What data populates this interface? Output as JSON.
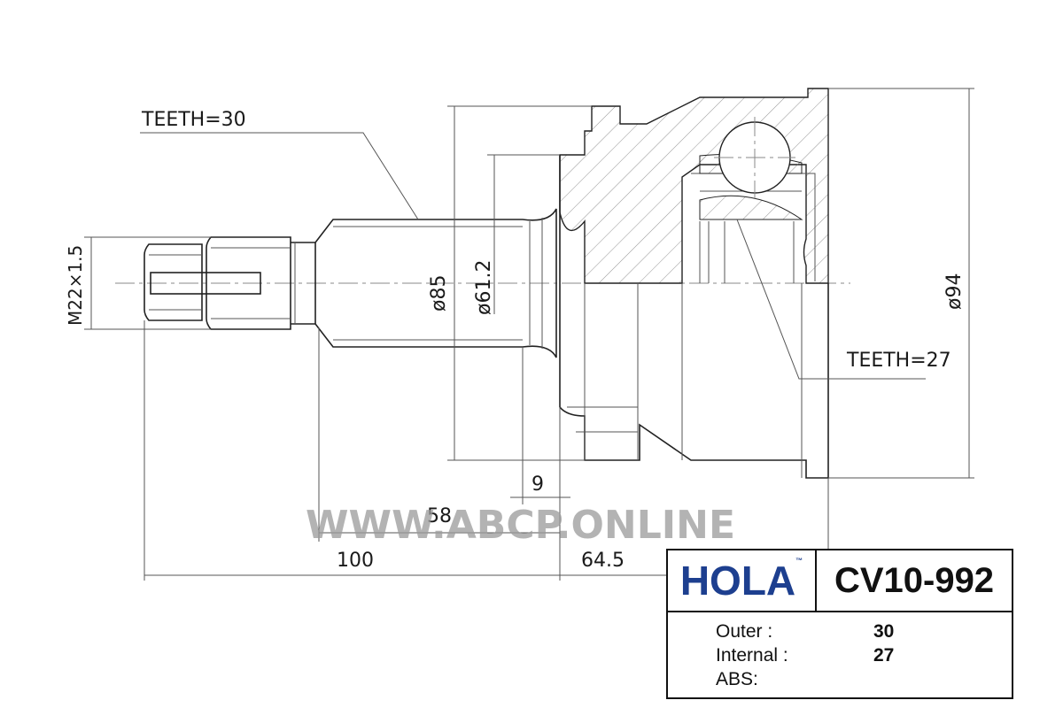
{
  "diagram": {
    "labels": {
      "teeth_outer": "TEETH=30",
      "teeth_inner": "TEETH=27",
      "thread": "M22×1.5",
      "dia_85": "ø85",
      "dia_612": "ø61.2",
      "dia_94": "ø94",
      "len_9": "9",
      "len_58": "58",
      "len_100": "100",
      "len_645": "64.5"
    },
    "watermark": "WWW.ABCP.ONLINE"
  },
  "infobox": {
    "brand": "HOLA",
    "trademark": "™",
    "part_number": "CV10-992",
    "specs": [
      {
        "label": "Outer :",
        "value": "30"
      },
      {
        "label": "Internal :",
        "value": "27"
      },
      {
        "label": "ABS:",
        "value": ""
      }
    ]
  },
  "colors": {
    "brand": "#1d3f8f",
    "lines": "#222222"
  }
}
